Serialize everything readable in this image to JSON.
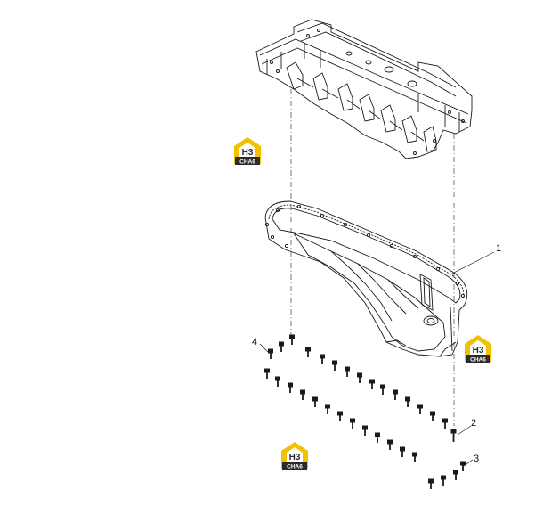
{
  "diagram": {
    "callouts": [
      {
        "id": "1",
        "label": "1"
      },
      {
        "id": "2",
        "label": "2"
      },
      {
        "id": "3",
        "label": "3"
      },
      {
        "id": "4",
        "label": "4"
      }
    ],
    "watermark": {
      "letters": "H3",
      "subtext": "CHA6"
    },
    "colors": {
      "line": "#1a1a1a",
      "logo_yellow": "#f2c200",
      "logo_dark": "#2b2b2b"
    }
  }
}
